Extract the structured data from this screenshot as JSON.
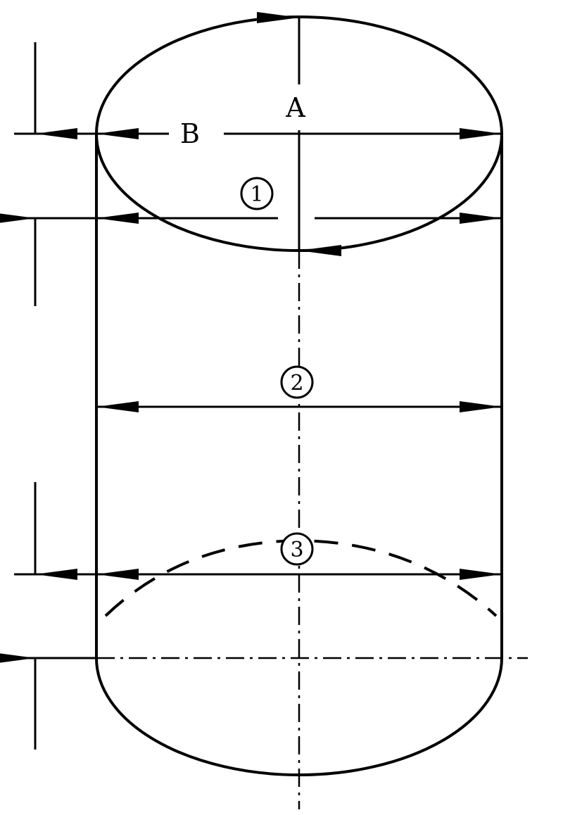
{
  "labels": {
    "dimension_a": "A",
    "dimension_b": "B",
    "section_1": "1",
    "section_2": "2",
    "section_3": "3"
  },
  "colors": {
    "ink": "#000000",
    "paper": "#ffffff"
  }
}
